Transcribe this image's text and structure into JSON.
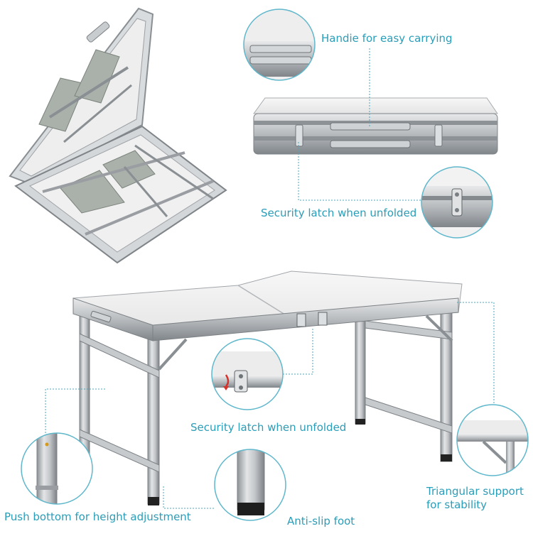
{
  "callouts": {
    "handle": "Handie for easy carrying",
    "latch_top": "Security latch when unfolded",
    "latch_mid": "Security latch when unfolded",
    "height": "Push bottom for height adjustment",
    "foot": "Anti-slip foot",
    "support_line1": "Triangular support",
    "support_line2": "for stability"
  },
  "colors": {
    "accent": "#2a9db8",
    "frame": "#a9adb1",
    "frame_dark": "#6f7478",
    "top_surface": "#f1f1f1",
    "seat_fabric": "#aab1ab"
  }
}
